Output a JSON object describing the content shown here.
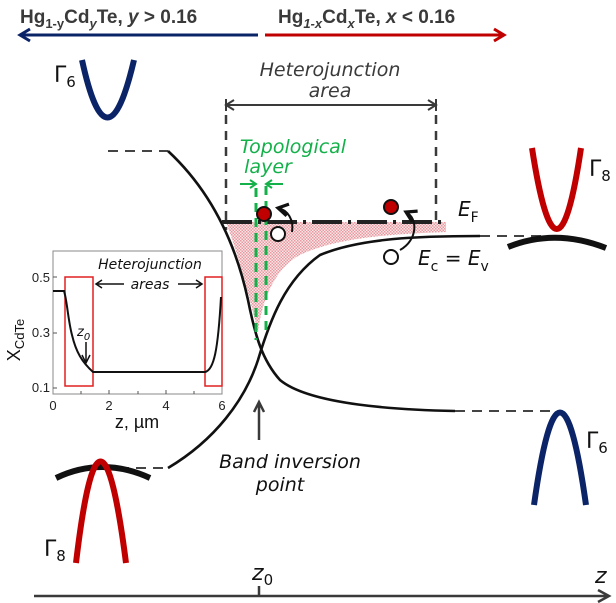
{
  "colors": {
    "blue": "#0b2468",
    "red": "#c00000",
    "green": "#14b04a",
    "dark": "#3a3a3a",
    "fill": "#f3c4c6"
  },
  "top": {
    "left_formula": {
      "base1": "Hg",
      "sub1": "1-y",
      "base2": "Cd",
      "sub2": "y",
      "rest": "Te, ",
      "var": "y",
      "cond": " > 0.16"
    },
    "right_formula": {
      "base1": "Hg",
      "sub1": "1-x",
      "base2": "Cd",
      "sub2": "x",
      "rest": "Te, ",
      "var": "x",
      "cond": " < 0.16"
    }
  },
  "labels": {
    "gamma": "Γ",
    "g6_sub": "6",
    "g8_sub": "8",
    "hetero_line1": "Heterojunction",
    "hetero_line2": "area",
    "topo_line1": "Topological",
    "topo_line2": "layer",
    "ef_main": "E",
    "ef_sub": "F",
    "ec_main": "E",
    "ec_sub": "c",
    "eq": " = ",
    "ev_main": "E",
    "ev_sub": "v",
    "inv_line1": "Band inversion",
    "inv_line2": "point",
    "z0_main": "z",
    "z0_sub": "0",
    "z_axis": "z"
  },
  "inset": {
    "ylabel_main": "X",
    "ylabel_sub": "CdTe",
    "xlabel": "z, µm",
    "title_line1": "Heterojunction",
    "title_line2": "areas",
    "z0_main": "z",
    "z0_sub": "0",
    "yticks": [
      "0.5",
      "0.3",
      "0.1"
    ],
    "xticks": [
      "0",
      "2",
      "4",
      "6"
    ]
  }
}
